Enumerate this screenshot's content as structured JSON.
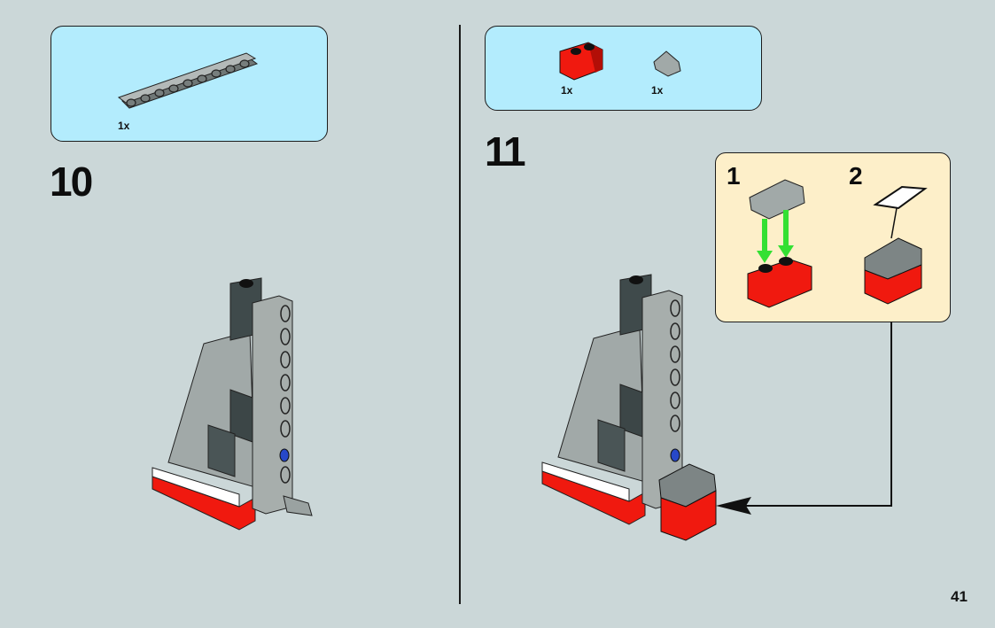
{
  "page": {
    "number": "41"
  },
  "steps": [
    {
      "number": "10",
      "parts": [
        {
          "name": "technic-beam-9-light-gray",
          "qty": "1x"
        }
      ]
    },
    {
      "number": "11",
      "parts": [
        {
          "name": "brick-1x2-with-axle-hole-red",
          "qty": "1x"
        },
        {
          "name": "slope-1x2-light-gray",
          "qty": "1x"
        }
      ],
      "sub_steps": [
        {
          "number": "1",
          "action": "attach slope onto red brick"
        },
        {
          "number": "2",
          "action": "apply sticker"
        }
      ]
    }
  ],
  "colors": {
    "background": "#cbd7d8",
    "parts_box": "#b3ecfd",
    "sub_box": "#fdefc9",
    "red_brick": "#f0190f",
    "light_gray": "#9fa6a5",
    "dark_gray": "#3f4a4b",
    "arrow_green": "#33e033"
  }
}
